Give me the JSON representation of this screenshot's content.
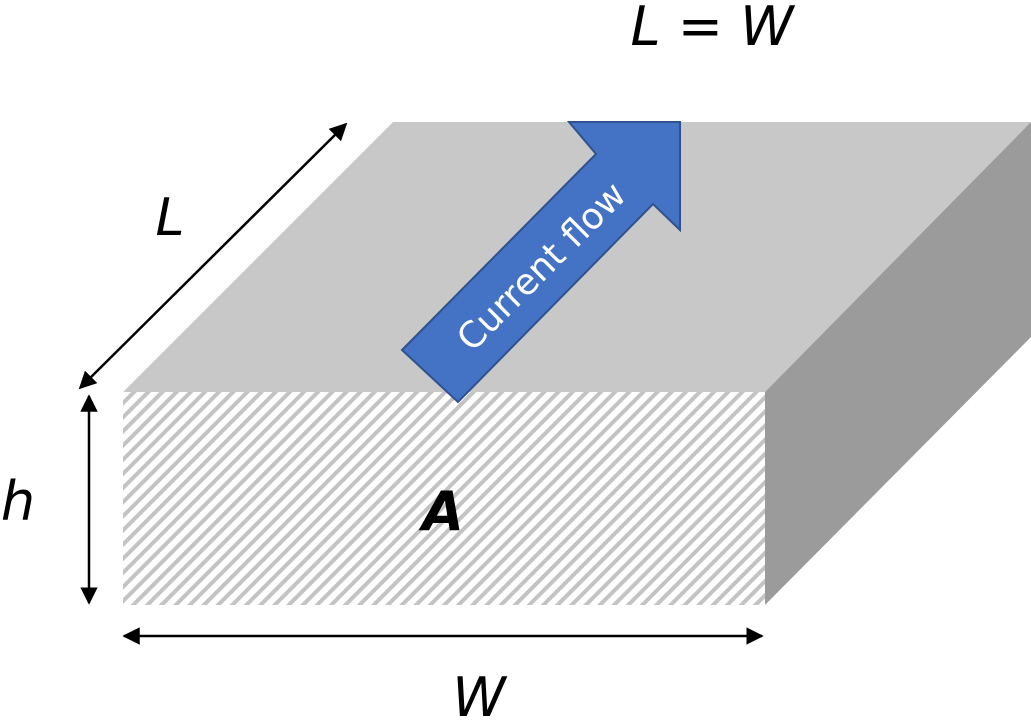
{
  "title": "L = W",
  "labels": {
    "length": "L",
    "height": "h",
    "width": "W",
    "area": "A",
    "current": "Current flow"
  },
  "colors": {
    "top_face": "#c8c8c8",
    "side_face": "#9b9b9b",
    "hatch_line": "#c3c3c3",
    "arrow_fill": "#4472c4",
    "arrow_stroke": "#2f528f",
    "dimension_line": "#000000"
  }
}
